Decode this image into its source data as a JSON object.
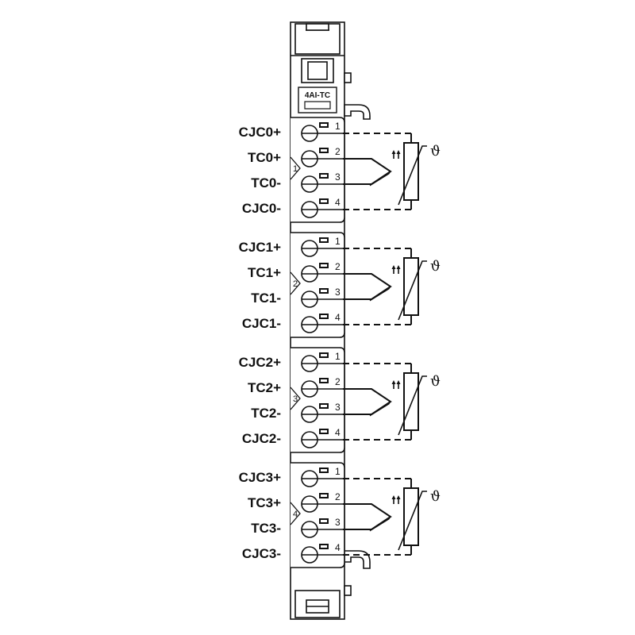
{
  "module": {
    "label": "4AI-TC",
    "theta_symbol": "ϑ"
  },
  "groups": [
    {
      "number": "1",
      "labels": [
        "CJC0+",
        "TC0+",
        "TC0-",
        "CJC0-"
      ],
      "pins": [
        "1",
        "2",
        "3",
        "4"
      ]
    },
    {
      "number": "2",
      "labels": [
        "CJC1+",
        "TC1+",
        "TC1-",
        "CJC1-"
      ],
      "pins": [
        "1",
        "2",
        "3",
        "4"
      ]
    },
    {
      "number": "3",
      "labels": [
        "CJC2+",
        "TC2+",
        "TC2-",
        "CJC2-"
      ],
      "pins": [
        "1",
        "2",
        "3",
        "4"
      ]
    },
    {
      "number": "4",
      "labels": [
        "CJC3+",
        "TC3+",
        "TC3-",
        "CJC3-"
      ],
      "pins": [
        "1",
        "2",
        "3",
        "4"
      ]
    }
  ]
}
